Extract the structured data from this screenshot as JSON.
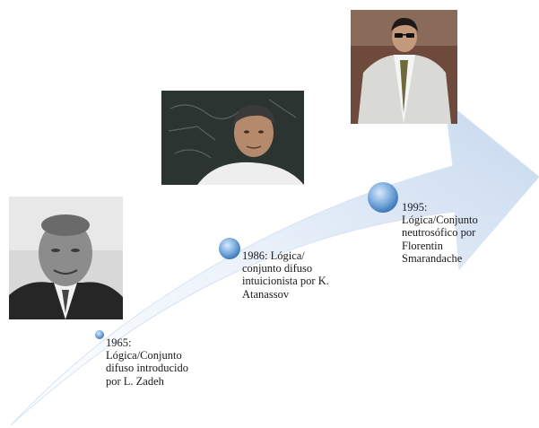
{
  "milestones": [
    {
      "year": "1965",
      "text": "1965:\nLógica/Conjunto\ndifuso introducido\npor L. Zadeh",
      "person": "L. Zadeh"
    },
    {
      "year": "1986",
      "text": "1986: Lógica/\nconjunto difuso\nintuicionista por K.\nAtanassov",
      "person": "K. Atanassov"
    },
    {
      "year": "1995",
      "text": "1995:\nLógica/Conjunto\nneutrosófico por\nFlorentin\nSmarandache",
      "person": "Florentin Smarandache"
    }
  ],
  "colors": {
    "arrow_light": "#f4f8fd",
    "arrow_dark": "#c9daef",
    "marker": "#5f95cf"
  }
}
